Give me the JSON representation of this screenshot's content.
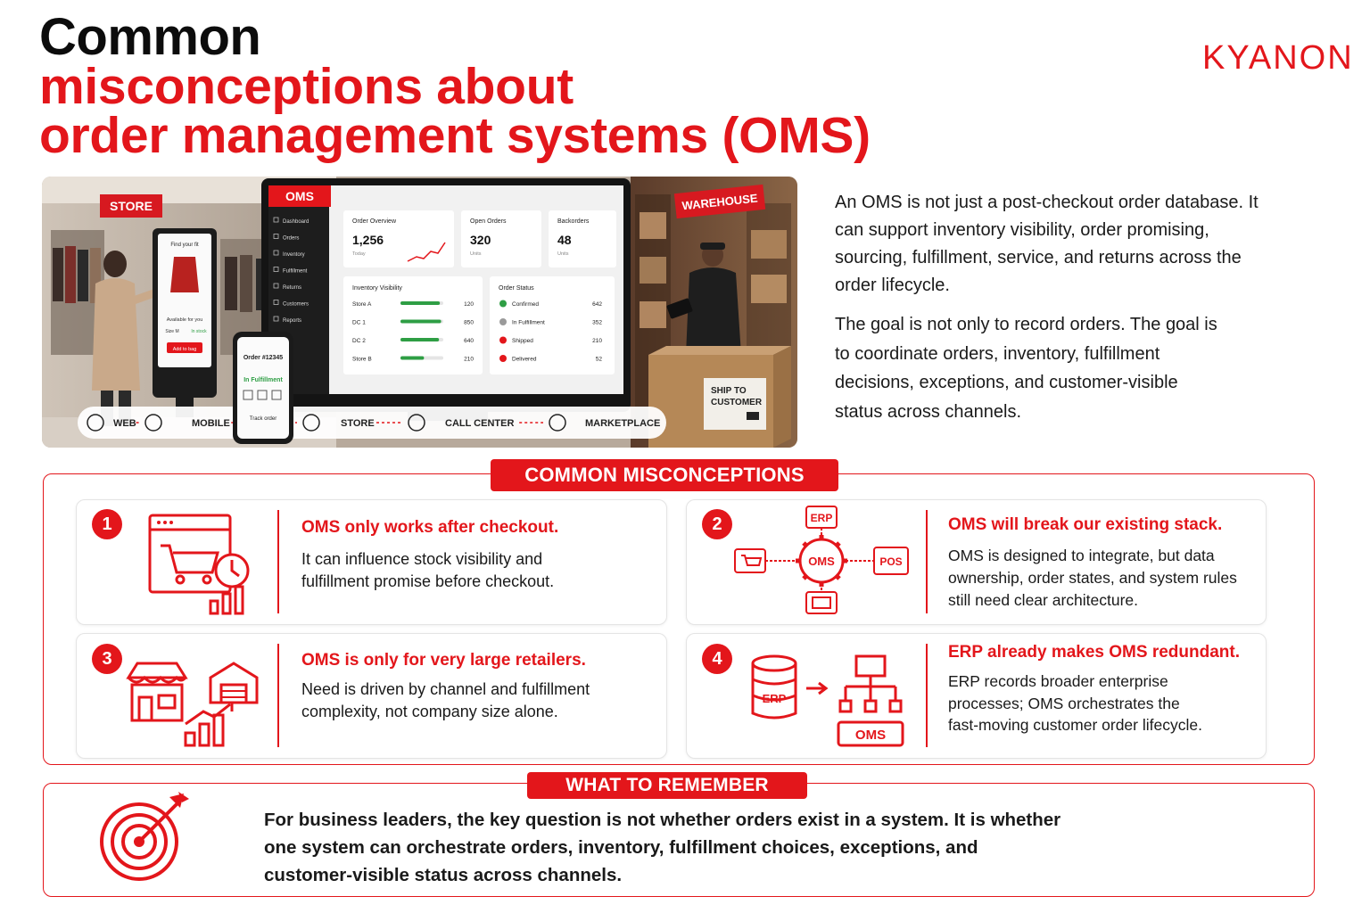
{
  "title": {
    "line1": "Common",
    "line2": "misconceptions about",
    "line3": "order management systems (OMS)"
  },
  "brand": {
    "logo_text": "KYANON",
    "color": "#e3161b"
  },
  "hero": {
    "store_sign": "STORE",
    "warehouse_sign": "WAREHOUSE",
    "kiosk": {
      "heading": "Find your fit",
      "available": "Available for you",
      "size": "Size M",
      "stock": "In stock",
      "button": "Add to bag"
    },
    "oms_label": "OMS",
    "nav": [
      "Dashboard",
      "Orders",
      "Inventory",
      "Fulfillment",
      "Returns",
      "Customers",
      "Reports"
    ],
    "kpis": [
      {
        "label": "Order Overview",
        "value": "1,256",
        "sub": "Today"
      },
      {
        "label": "Open Orders",
        "value": "320",
        "sub": "Units"
      },
      {
        "label": "Backorders",
        "value": "48",
        "sub": "Units"
      }
    ],
    "inventory": {
      "title": "Inventory Visibility",
      "rows": [
        {
          "name": "Store A",
          "value": "120",
          "fill": 0.92
        },
        {
          "name": "DC 1",
          "value": "850",
          "fill": 0.95
        },
        {
          "name": "DC 2",
          "value": "640",
          "fill": 0.9
        },
        {
          "name": "Store B",
          "value": "210",
          "fill": 0.55
        }
      ]
    },
    "status": {
      "title": "Order Status",
      "rows": [
        {
          "name": "Confirmed",
          "value": "642",
          "color": "#2e9e44"
        },
        {
          "name": "In Fulfillment",
          "value": "352",
          "color": "#9a9a9a"
        },
        {
          "name": "Shipped",
          "value": "210",
          "color": "#e3161b"
        },
        {
          "name": "Delivered",
          "value": "52",
          "color": "#e3161b"
        }
      ]
    },
    "phone": {
      "order": "Order #12345",
      "status": "In Fulfillment",
      "button": "Track order"
    },
    "box_label": {
      "line1": "SHIP TO",
      "line2": "CUSTOMER"
    },
    "channels": [
      "WEB",
      "MOBILE",
      "STORE",
      "CALL CENTER",
      "MARKETPLACE"
    ]
  },
  "intro": {
    "p1": "An OMS is not just a post-checkout order database. It can support inventory visibility, order promising, sourcing, fulfillment, service, and returns across the order lifecycle.",
    "p2": "The goal is not only to record orders. The goal is to coordinate orders, inventory, fulfillment decisions, exceptions, and customer-visible status across channels."
  },
  "misconceptions": {
    "banner": "COMMON MISCONCEPTIONS",
    "items": [
      {
        "num": "1",
        "title": "OMS only works after checkout.",
        "body": "It can influence stock visibility and fulfillment promise before checkout."
      },
      {
        "num": "2",
        "title": "OMS will break our existing stack.",
        "body": "OMS is designed to integrate, but data ownership, order states, and system rules still need clear architecture."
      },
      {
        "num": "3",
        "title": "OMS is only for very large retailers.",
        "body": "Need is driven by channel and fulfillment complexity, not company size alone."
      },
      {
        "num": "4",
        "title": "ERP already makes OMS redundant.",
        "body": "ERP records broader enterprise processes; OMS orchestrates the fast-moving customer order lifecycle."
      }
    ],
    "diagram2": {
      "top": "ERP",
      "center": "OMS",
      "right": "POS"
    },
    "diagram4": {
      "left": "ERP",
      "right": "OMS"
    }
  },
  "remember": {
    "banner": "WHAT TO REMEMBER",
    "text": "For business leaders, the key question is not whether orders exist in a system. It is whether one system can orchestrate orders, inventory, fulfillment choices, exceptions, and customer-visible status across channels."
  }
}
